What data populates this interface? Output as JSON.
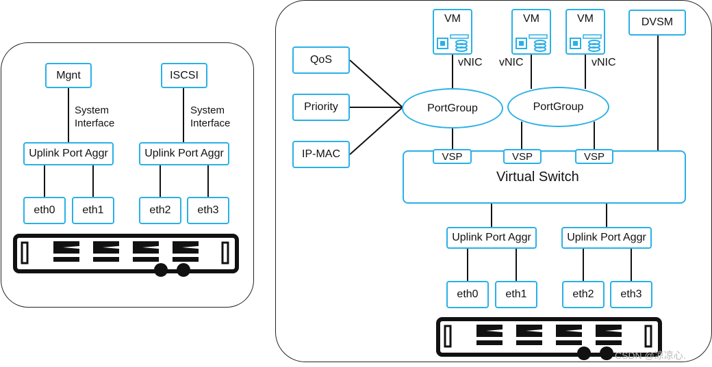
{
  "left_host": {
    "mgmt_label": "Mgnt",
    "iscsi_label": "ISCSI",
    "sys_if_1_line1": "System",
    "sys_if_1_line2": "Interface",
    "sys_if_2_line1": "System",
    "sys_if_2_line2": "Interface",
    "uplink_1": "Uplink Port Aggr",
    "uplink_2": "Uplink Port Aggr",
    "eth": [
      "eth0",
      "eth1",
      "eth2",
      "eth3"
    ]
  },
  "right_host": {
    "vms": [
      "VM",
      "VM",
      "VM"
    ],
    "dvsm": "DVSM",
    "vnic_labels": [
      "vNIC",
      "vNIC",
      "vNIC"
    ],
    "policies": [
      "QoS",
      "Priority",
      "IP-MAC"
    ],
    "portgroups": [
      "PortGroup",
      "PortGroup"
    ],
    "vsps": [
      "VSP",
      "VSP",
      "VSP"
    ],
    "virtual_switch": "Virtual Switch",
    "uplink_1": "Uplink Port Aggr",
    "uplink_2": "Uplink Port Aggr",
    "eth": [
      "eth0",
      "eth1",
      "eth2",
      "eth3"
    ]
  },
  "watermark": "CSDN @凉凉心.",
  "colors": {
    "accent": "#29b0e6",
    "line": "#111111",
    "server": "#111111"
  },
  "icons": [
    "server-chassis-icon",
    "vm-chip-icon",
    "disk-stack-icon"
  ]
}
